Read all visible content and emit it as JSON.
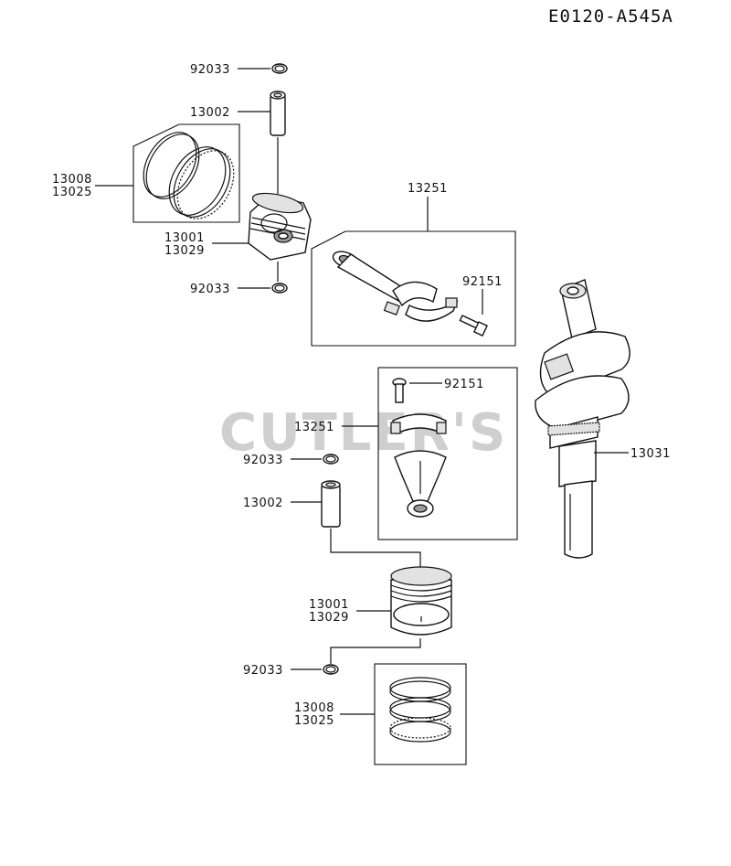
{
  "diagram_code": "E0120-A545A",
  "watermark": "CUTLER'S",
  "labels": {
    "top_ring_92033": "92033",
    "top_pin_13002": "13002",
    "top_rings_13008": "13008",
    "top_rings_13025": "13025",
    "top_piston_13001": "13001",
    "top_piston_13029": "13029",
    "top_lower_ring_92033": "92033",
    "top_rod_13251": "13251",
    "top_bolt_92151": "92151",
    "bot_bolt_92151": "92151",
    "bot_rod_13251": "13251",
    "bot_ring_92033": "92033",
    "bot_pin_13002": "13002",
    "bot_piston_13001": "13001",
    "bot_piston_13029": "13029",
    "bot_lower_ring_92033": "92033",
    "bot_rings_13008": "13008",
    "bot_rings_13025": "13025",
    "crank_13031": "13031"
  },
  "icons": [
    "circlip-icon",
    "piston-pin-icon",
    "piston-ring-set-icon",
    "piston-icon",
    "connecting-rod-icon",
    "bolt-icon",
    "crankshaft-icon"
  ]
}
